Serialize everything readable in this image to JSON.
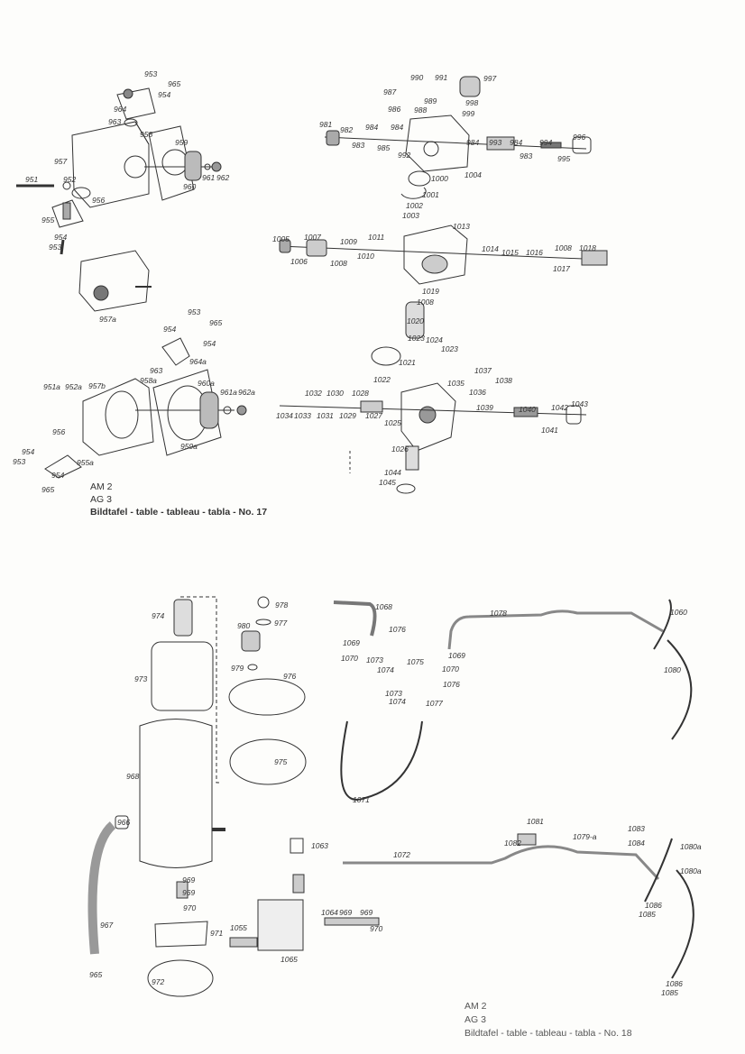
{
  "plate17": {
    "caption": {
      "model1": "AM 2",
      "model2": "AG 3",
      "title": "Bildtafel - table - tableau - tabla - No. 17"
    },
    "labels": [
      "953",
      "965",
      "954",
      "964",
      "963",
      "958",
      "959",
      "957",
      "951",
      "952",
      "956",
      "960",
      "961",
      "962",
      "955",
      "954",
      "953",
      "957a",
      "953",
      "954",
      "965",
      "954",
      "964a",
      "963",
      "958a",
      "957b",
      "951a",
      "952a",
      "960a",
      "961a",
      "962a",
      "956",
      "959a",
      "954",
      "953",
      "955a",
      "954",
      "965",
      "990",
      "991",
      "997",
      "987",
      "989",
      "998",
      "986",
      "988",
      "999",
      "981",
      "982",
      "984",
      "984",
      "983",
      "985",
      "992",
      "984",
      "993",
      "984",
      "994",
      "996",
      "983",
      "995",
      "1000",
      "1004",
      "1001",
      "1002",
      "1003",
      "1013",
      "1005",
      "1007",
      "1009",
      "1011",
      "1006",
      "1008",
      "1010",
      "1014",
      "1015",
      "1016",
      "1008",
      "1018",
      "1017",
      "1019",
      "1008",
      "1020",
      "1023",
      "1024",
      "1023",
      "1021",
      "1022",
      "1037",
      "1038",
      "1035",
      "1036",
      "1032",
      "1030",
      "1028",
      "1039",
      "1040",
      "1042",
      "1043",
      "1034",
      "1033",
      "1031",
      "1029",
      "1027",
      "1025",
      "1041",
      "1026",
      "1044",
      "1045"
    ]
  },
  "plate18": {
    "caption": {
      "model1": "AM 2",
      "model2": "AG 3",
      "title": "Bildtafel - table - tableau - tabla - No. 18"
    },
    "labels": [
      "978",
      "977",
      "974",
      "980",
      "979",
      "976",
      "973",
      "975",
      "968",
      "1068",
      "1076",
      "1078",
      "1060",
      "1069",
      "1070",
      "1073",
      "1074",
      "1075",
      "1069",
      "1070",
      "1076",
      "1073",
      "1074",
      "1077",
      "1080",
      "1071",
      "966",
      "967",
      "965",
      "969",
      "969",
      "970",
      "971",
      "1055",
      "1063",
      "1072",
      "1065",
      "1064",
      "969",
      "969",
      "970",
      "1081",
      "1082",
      "1079-a",
      "1083",
      "1084",
      "1080a",
      "1080a",
      "1086",
      "1085",
      "1086",
      "1085",
      "972"
    ]
  }
}
